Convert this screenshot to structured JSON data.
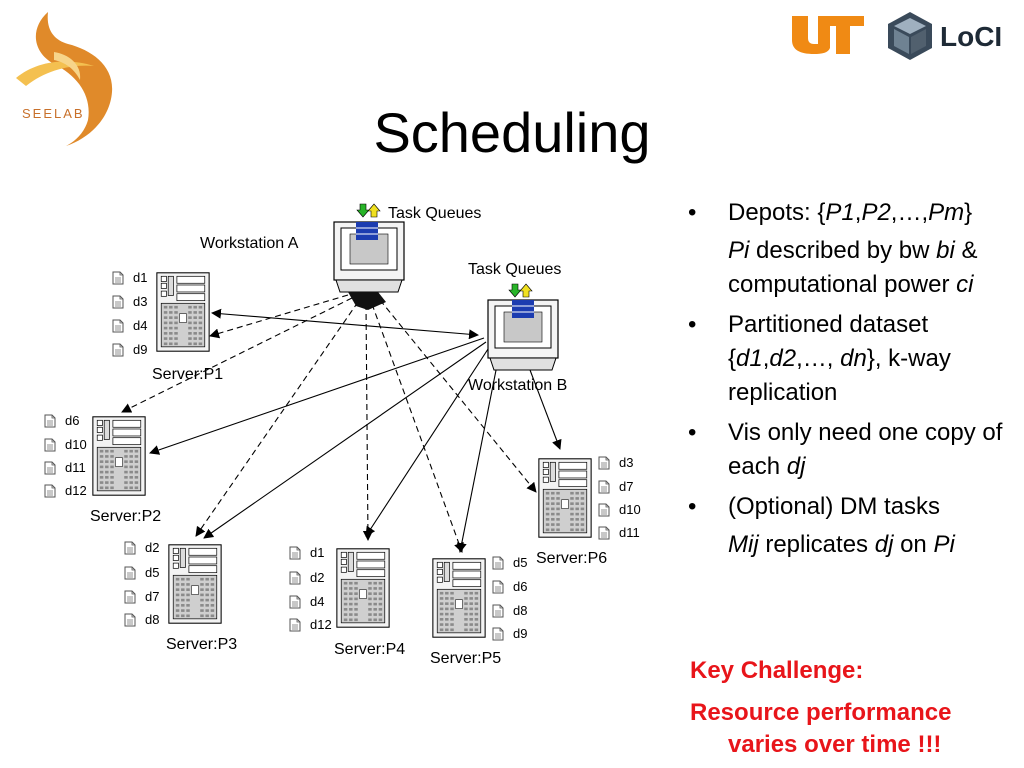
{
  "slide": {
    "title": "Scheduling",
    "seelab_logo_text": "SEELAB",
    "ut_logo_text": "UT",
    "loci_logo_text": "LoCI"
  },
  "diagram": {
    "task_queues_a": "Task Queues",
    "task_queues_b": "Task Queues",
    "workstation_a": "Workstation A",
    "workstation_b": "Workstation B",
    "servers": [
      {
        "label": "Server:P1",
        "files": [
          "d1",
          "d3",
          "d4",
          "d9"
        ]
      },
      {
        "label": "Server:P2",
        "files": [
          "d6",
          "d10",
          "d11",
          "d12"
        ]
      },
      {
        "label": "Server:P3",
        "files": [
          "d2",
          "d5",
          "d7",
          "d8"
        ]
      },
      {
        "label": "Server:P4",
        "files": [
          "d1",
          "d2",
          "d4",
          "d12"
        ]
      },
      {
        "label": "Server:P5",
        "files": [
          "d5",
          "d6",
          "d8",
          "d9"
        ]
      },
      {
        "label": "Server:P6",
        "files": [
          "d3",
          "d7",
          "d10",
          "d11"
        ]
      }
    ]
  },
  "bullets": {
    "b1": {
      "prefix": "Depots: {",
      "p1": "P1",
      "comma1": ",",
      "p2": "P2",
      "mid": ",…,",
      "pm": "Pm",
      "suffix": "}"
    },
    "b1_sub": {
      "pi": "Pi",
      "t1": " described by bw ",
      "bi": "bi",
      "t2": " & computational power ",
      "ci": "ci"
    },
    "b2": {
      "t1": "Partitioned dataset {",
      "d1": "d1",
      "c1": ",",
      "d2": "d2",
      "mid": ",…, ",
      "dn": "dn",
      "t2": "}, k-way replication"
    },
    "b3": {
      "t1": "Vis only need one copy of each ",
      "dj": "dj"
    },
    "b4": {
      "text": "(Optional) DM tasks"
    },
    "b4_sub": {
      "mij": "Mij",
      "t1": " replicates ",
      "dj": "dj",
      "t2": " on ",
      "pi": "Pi"
    }
  },
  "challenge": {
    "line1": "Key Challenge:",
    "line2": "Resource performance",
    "line3": "varies over time !!!"
  },
  "colors": {
    "challenge_red": "#e8151a",
    "seelab_orange": "#e08a2a",
    "seelab_yellow": "#f4c050",
    "ut_orange": "#f08a14",
    "queue_blue": "#1c3cb0",
    "arrow_green": "#28b428",
    "arrow_yellow": "#f0e020"
  }
}
